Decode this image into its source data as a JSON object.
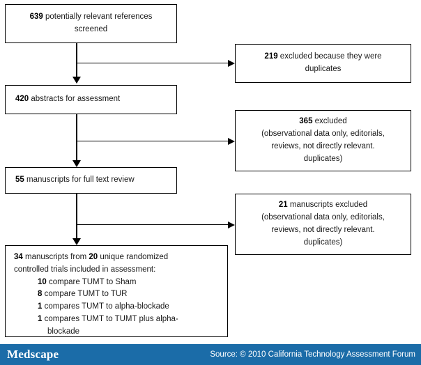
{
  "figure": {
    "type": "prisma-flow-diagram",
    "boxes": {
      "screened": {
        "count": "639",
        "text": " potentially relevant references screened",
        "line1_num": "639",
        "line1_rest": " potentially relevant references",
        "line2": "screened"
      },
      "duplicates_excluded": {
        "line1_num": "219",
        "line1_rest": " excluded because they were",
        "line2": "duplicates"
      },
      "abstracts": {
        "line1_num": "420",
        "line1_rest": " abstracts for assessment"
      },
      "excluded_365": {
        "line1_num": "365",
        "line1_rest": " excluded",
        "line2": "(observational data only, editorials,",
        "line3": "reviews, not directly relevant.",
        "line4": "duplicates)"
      },
      "manuscripts_55": {
        "line1_num": "55",
        "line1_rest": " manuscripts for full text review"
      },
      "excluded_21": {
        "line1_num": "21",
        "line1_rest": " manuscripts excluded",
        "line2": "(observational data only, editorials,",
        "line3": "reviews, not directly relevant.",
        "line4": "duplicates)"
      },
      "included": {
        "line1_num_a": "34",
        "line1_mid": " manuscripts from ",
        "line1_num_b": "20",
        "line1_rest": " unique randomized",
        "line2": "controlled trials included in assessment:",
        "item1_num": "10",
        "item1_text": " compare TUMT to Sham",
        "item2_num": "8",
        "item2_text": " compare TUMT to TUR",
        "item3_num": "1",
        "item3_text": " compares TUMT to alpha-blockade",
        "item4_num": "1",
        "item4_text": " compares TUMT to TUMT plus alpha-",
        "item4_cont": "blockade"
      }
    }
  },
  "footer": {
    "brand": "Medscape",
    "source": "Source: © 2010 California Technology Assessment Forum",
    "background_color": "#1b6ca8",
    "text_color": "#ffffff"
  }
}
